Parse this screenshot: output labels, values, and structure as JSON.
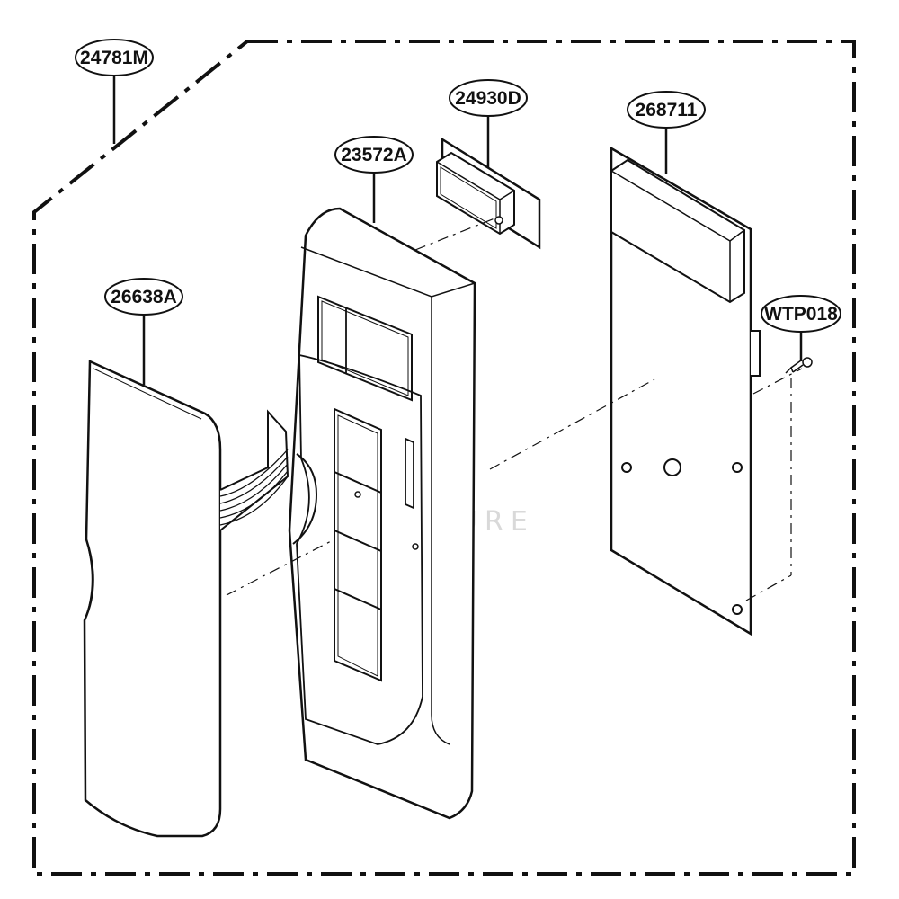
{
  "labels": {
    "assembly": "24781M",
    "cover_sheet": "26638A",
    "front_panel": "23572A",
    "window": "24930D",
    "pcb": "268711",
    "screw": "WTP018"
  },
  "watermark": "PARTSTURE",
  "colors": {
    "line": "#111111",
    "fill": "#ffffff",
    "watermark": "#d9d9d9"
  }
}
